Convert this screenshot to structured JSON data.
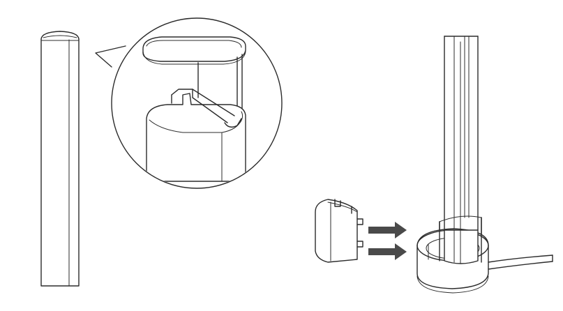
{
  "figure": {
    "components": [
      "standalone-tube",
      "magnified-callout",
      "assembled-tube-on-base",
      "clip-part",
      "insertion-arrows",
      "power-cable"
    ],
    "arrow_color": "#4a4a4a",
    "line_color": "#2b2b2b",
    "background": "#ffffff",
    "arrow_count": 2
  }
}
